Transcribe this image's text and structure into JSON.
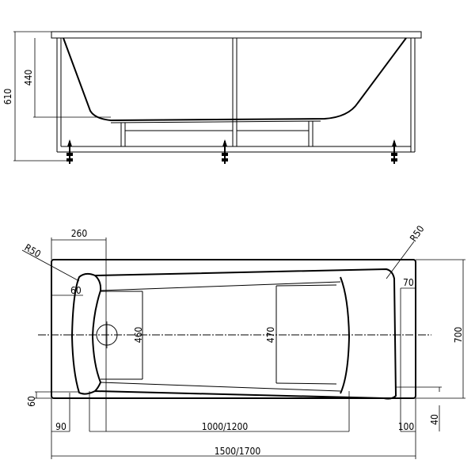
{
  "side_view": {
    "dimensions": {
      "total_height": "610",
      "depth": "440"
    }
  },
  "plan_view": {
    "dimensions": {
      "head_zone_width": "260",
      "corner_radius_left": "R50",
      "corner_radius_right": "R50",
      "left_rim_inset": "60",
      "right_rim_inset": "70",
      "inner_width_head": "460",
      "inner_width_foot": "470",
      "total_width": "700",
      "bottom_rim": "60",
      "left_offset": "90",
      "bottom_length": "1000/1200",
      "right_offset": "100",
      "front_offset": "40",
      "total_length": "1500/1700"
    }
  },
  "colors": {
    "line": "#000000",
    "background": "#ffffff"
  }
}
